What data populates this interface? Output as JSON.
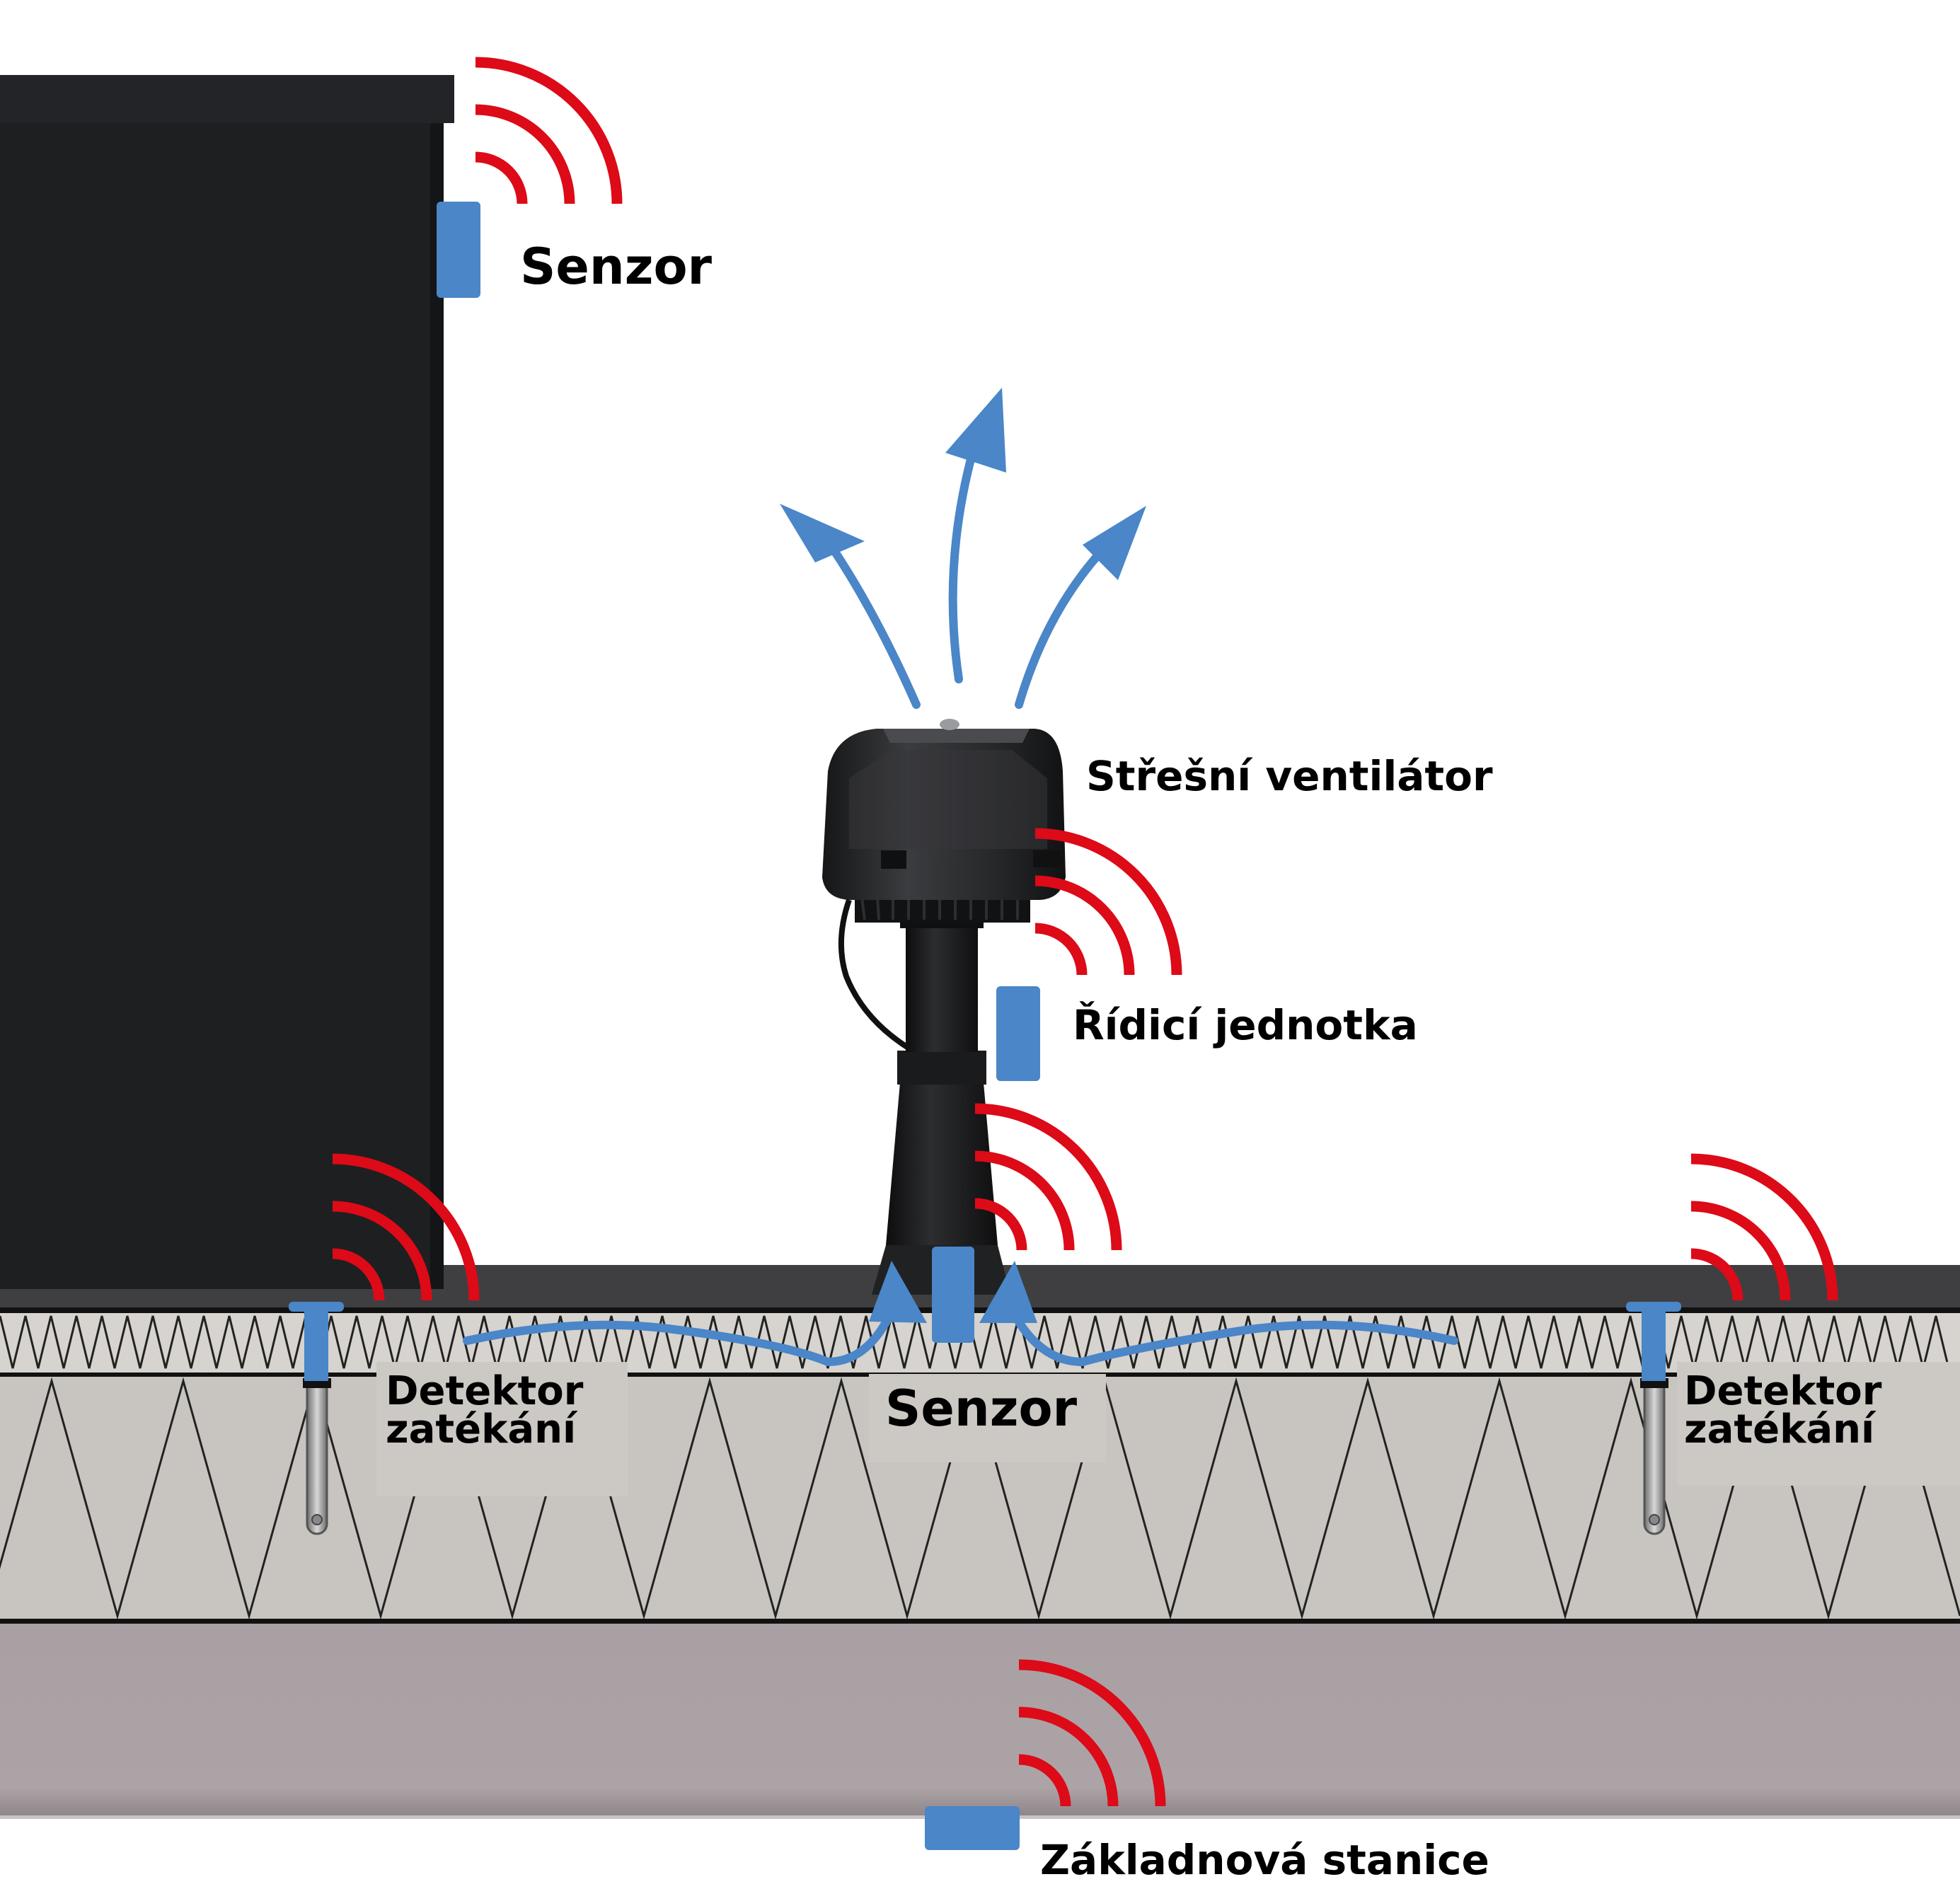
{
  "labels": {
    "sensor_top": "Senzor",
    "roof_fan": "Střešní ventilátor",
    "control_unit": "Řídicí jednotka",
    "leak_detector_left": [
      "Detektor",
      "zatékání"
    ],
    "sensor_bottom": "Senzor",
    "leak_detector_right": [
      "Detektor",
      "zatékání"
    ],
    "base_station": "Základnová stanice"
  },
  "colors": {
    "wall": "#1e1f21",
    "wall_cap": "#232427",
    "membrane": "#3f3f41",
    "insulation_top": "#d7d3ce",
    "insulation": "#c8c4bf",
    "slab": "#aba2a5",
    "device_blue": "#4a86c8",
    "airflow_blue": "#4a86c8",
    "wireless_red": "#dd0a18",
    "fan_body": "#2a2b2d"
  },
  "icons": {
    "wireless": "wireless-signal-icon",
    "airflow": "airflow-arrow-icon",
    "device": "sensor-device-icon"
  }
}
